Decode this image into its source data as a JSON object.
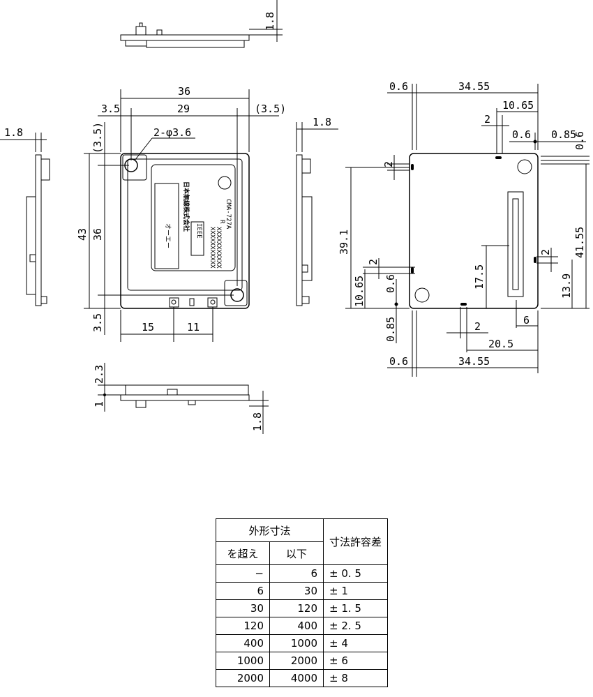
{
  "drawing": {
    "top_view_dims": {
      "height": "1.8"
    },
    "front_view_dims": {
      "width_total": "36",
      "hole_pitch": "29",
      "left_offset": "3.5",
      "right_offset": "(3.5)",
      "top_offset": "(3.5)",
      "hole_callout": "2-φ3.6",
      "height_total": "43",
      "hole_vertical_pitch": "36",
      "bottom_offset": "3.5",
      "connector_left": "15",
      "connector_pitch": "11"
    },
    "left_side_dims": {
      "thickness": "1.8"
    },
    "right_side_dims": {
      "thickness": "1.8"
    },
    "bottom_view_dims": {
      "height_a": "2.3",
      "height_b": "1",
      "height_c": "1.8"
    },
    "label": {
      "model": "CMA-727A",
      "serial_prefix": "R",
      "serial_a": "XXXXXXXXXXX",
      "serial_b": "XXXXXXXXXXX",
      "maker": "日本無線株式会社",
      "standard": "IEEE",
      "side_text": "オーエー"
    },
    "pattern_view_dims": {
      "top_left": "0.6",
      "top_width": "34.55",
      "slot_offset": "10.65",
      "slot_width": "2",
      "right_a": "0.6",
      "right_b": "0.85",
      "right_margin": "0.6",
      "left_slot": "2",
      "height_left": "39.1",
      "height_right": "41.55",
      "conn_height": "17.5",
      "right_slot": "2",
      "right_height": "13.9",
      "small_slot": "2",
      "lower_left_a": "10.65",
      "lower_left_b": "0.6",
      "lower_left_c": "0.85",
      "bottom_slot": "2",
      "bottom_right": "6",
      "bottom_offset": "20.5",
      "bottom_left": "0.6",
      "bottom_width": "34.55"
    }
  },
  "tolerance_table": {
    "header_size": "外形寸法",
    "header_over": "を超え",
    "header_under": "以下",
    "header_tolerance": "寸法許容差",
    "rows": [
      {
        "over": "−",
        "under": "6",
        "tol": "± 0. 5"
      },
      {
        "over": "6",
        "under": "30",
        "tol": "± 1"
      },
      {
        "over": "30",
        "under": "120",
        "tol": "± 1. 5"
      },
      {
        "over": "120",
        "under": "400",
        "tol": "± 2. 5"
      },
      {
        "over": "400",
        "under": "1000",
        "tol": "± 4"
      },
      {
        "over": "1000",
        "under": "2000",
        "tol": "± 6"
      },
      {
        "over": "2000",
        "under": "4000",
        "tol": "± 8"
      }
    ]
  }
}
